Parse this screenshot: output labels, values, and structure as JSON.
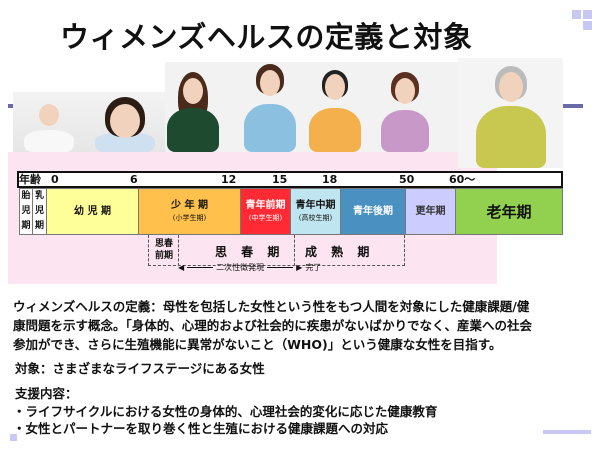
{
  "title": "ウィメンズヘルスの定義と対象",
  "timeline": {
    "label": "年齢",
    "ticks": [
      "0",
      "6",
      "12",
      "15",
      "18",
      "50",
      "60～"
    ]
  },
  "stages": [
    {
      "label": "胎児期",
      "color": "#ffffff"
    },
    {
      "label": "乳児期",
      "color": "#ffffff"
    },
    {
      "label": "幼 児 期",
      "color": "#ffff99"
    },
    {
      "label": "少 年 期",
      "sub": "(小学生期)",
      "color": "#ffc04c"
    },
    {
      "label": "青年前期",
      "sub": "(中学生期)",
      "color": "#ff2a33"
    },
    {
      "label": "青年中期",
      "sub": "(高校生期)",
      "color": "#bfe6f0"
    },
    {
      "label": "青年後期",
      "color": "#4a90c0"
    },
    {
      "label": "更年期",
      "color": "#ccccff"
    },
    {
      "label": "老年期",
      "color": "#92d050"
    }
  ],
  "periods": {
    "pre_puberty": "思春前期",
    "puberty": "思 春 期",
    "maturity": "成 熟 期",
    "secondary_sex": "二次性徴発現",
    "complete": "完了"
  },
  "body": {
    "definition_lines": [
      "ウィメンズヘルスの定義：母性を包括した女性という性をもつ人間を対象にした健康課題/健",
      "康問題を示す概念。「身体的、心理的および社会的に疾患がないばかりでなく、産業への社会",
      "参加ができ、さらに生殖機能に異常がないこと（WHO)」という健康な女性を目指す。"
    ],
    "target": "対象：さまざまなライフステージにある女性",
    "support_heading": "支援内容：",
    "support_items": [
      "・ライフサイクルにおける女性の身体的、心理社会的変化に応じた健康教育",
      "・女性とパートナーを取り巻く性と生殖における健康課題への対応"
    ]
  }
}
